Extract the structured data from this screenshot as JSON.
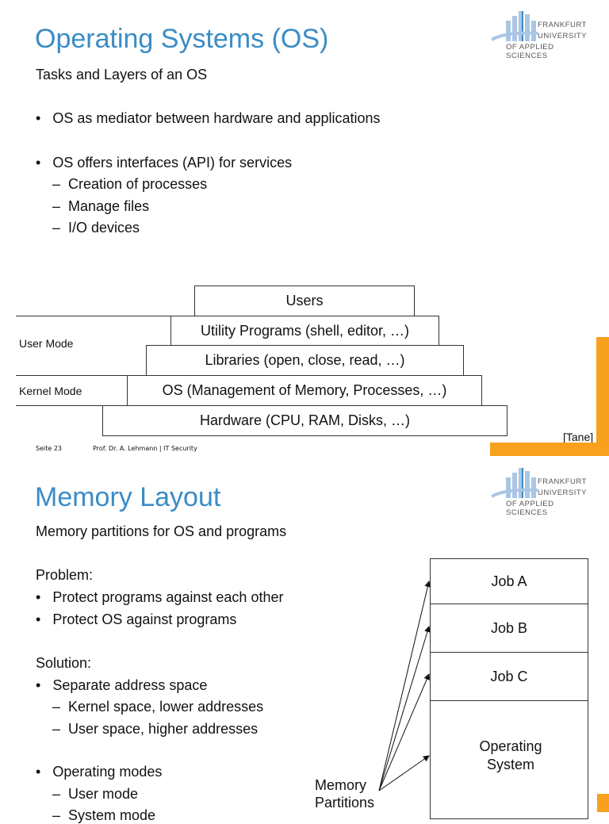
{
  "logo": {
    "line1": "FRANKFURT",
    "line2": "UNIVERSITY",
    "line3": "OF APPLIED SCIENCES"
  },
  "slide1": {
    "title": "Operating Systems (OS)",
    "subtitle": "Tasks and Layers of an OS",
    "bullets": [
      "OS as mediator between hardware and applications",
      "OS offers interfaces (API) for services"
    ],
    "subbullets": [
      "Creation of processes",
      "Manage files",
      "I/O devices"
    ],
    "layers": [
      "Users",
      "Utility Programs (shell, editor, …)",
      "Libraries (open, close, read, …)",
      "OS (Management of Memory, Processes, …)",
      "Hardware (CPU, RAM, Disks, …)"
    ],
    "user_mode": "User Mode",
    "kernel_mode": "Kernel Mode",
    "citation": "[Tane]",
    "footer_page": "Seite  23",
    "footer_author": "Prof. Dr. A. Lehmann | IT Security"
  },
  "slide2": {
    "title": "Memory Layout",
    "subtitle": "Memory partitions for OS and programs",
    "problem_label": "Problem:",
    "problem_bullets": [
      "Protect programs against each other",
      "Protect OS against programs"
    ],
    "solution_label": "Solution:",
    "solution_bullet": "Separate address space",
    "solution_sub": [
      "Kernel space, lower addresses",
      "User space, higher addresses"
    ],
    "modes_bullet": "Operating modes",
    "modes_sub": [
      "User mode",
      "System mode"
    ],
    "partitions": [
      "Job A",
      "Job B",
      "Job C",
      "Operating System"
    ],
    "partitions_label": "Memory Partitions"
  },
  "colors": {
    "title": "#3a8cc6",
    "accent": "#f7a11d"
  }
}
